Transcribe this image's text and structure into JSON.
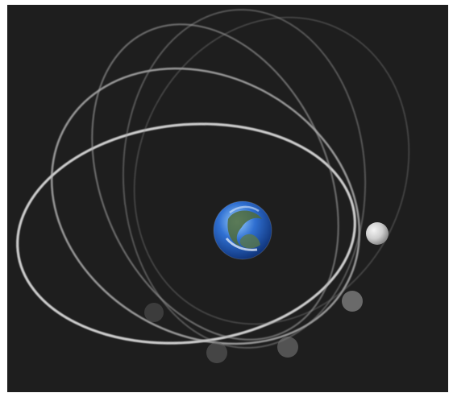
{
  "diagram": {
    "background_color": "#1e1e1e",
    "orbit_color": "#c8c8c8",
    "earth_colors": {
      "ocean": "#2f6fd1",
      "land": "#4f6b3a",
      "cloud": "#e8f2ff"
    },
    "moon_color": "#d9d9d9",
    "elements": [
      {
        "kind": "orbit",
        "name": "orbit-ellipse-1"
      },
      {
        "kind": "orbit",
        "name": "orbit-ellipse-2"
      },
      {
        "kind": "orbit",
        "name": "orbit-ellipse-3"
      },
      {
        "kind": "orbit",
        "name": "orbit-ellipse-4"
      },
      {
        "kind": "orbit",
        "name": "orbit-ellipse-5"
      },
      {
        "kind": "body",
        "name": "earth"
      },
      {
        "kind": "body",
        "name": "moon"
      }
    ]
  }
}
